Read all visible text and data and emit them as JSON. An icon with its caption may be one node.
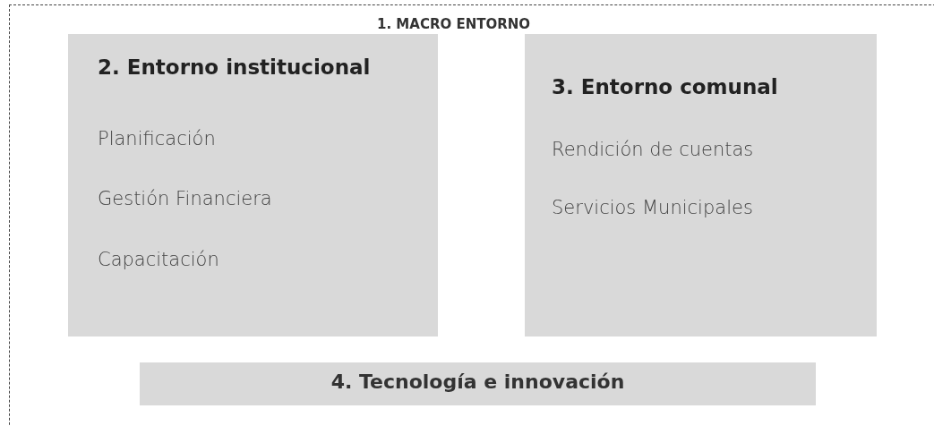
{
  "diagram": {
    "nodes": [
      {
        "text": [
          "1. MACRO ENTORNO"
        ]
      },
      {
        "text": [
          "2. Entorno institucional",
          "Planificación",
          "Gestión Financiera",
          "Capacitación"
        ],
        "in": 0
      },
      {
        "text": [
          "3. Entorno comunal",
          "Rendición de cuentas",
          "Servicios Municipales"
        ],
        "in": 0
      },
      {
        "text": [
          "4. Tecnología e innovación"
        ],
        "in": 0
      }
    ]
  }
}
